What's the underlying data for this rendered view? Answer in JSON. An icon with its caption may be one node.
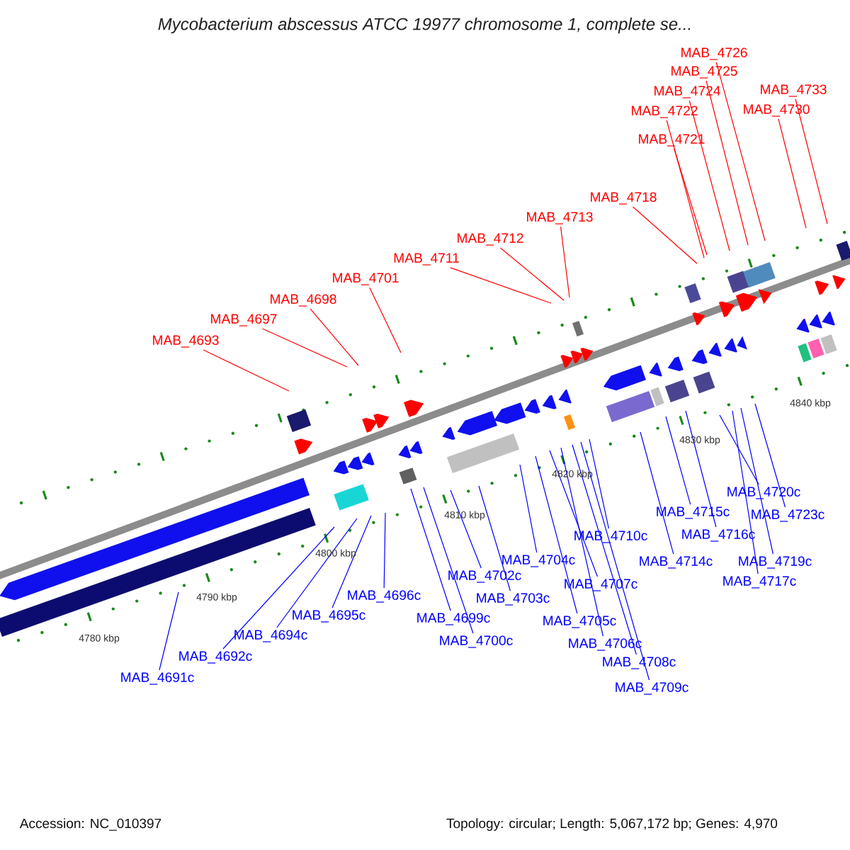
{
  "diagram": {
    "title": "Mycobacterium abscessus ATCC 19977 chromosome 1, complete se...",
    "nodes": [
      {
        "text": [
          "MAB_4693"
        ]
      },
      {
        "text": [
          "MAB_4697"
        ]
      },
      {
        "text": [
          "MAB_4698"
        ]
      },
      {
        "text": [
          "MAB_4701"
        ]
      },
      {
        "text": [
          "MAB_4711"
        ]
      },
      {
        "text": [
          "MAB_4712"
        ]
      },
      {
        "text": [
          "MAB_4713"
        ]
      },
      {
        "text": [
          "MAB_4718"
        ]
      },
      {
        "text": [
          "MAB_4721"
        ]
      },
      {
        "text": [
          "MAB_4722"
        ]
      },
      {
        "text": [
          "MAB_4724"
        ]
      },
      {
        "text": [
          "MAB_4725"
        ]
      },
      {
        "text": [
          "MAB_4726"
        ]
      },
      {
        "text": [
          "MAB_4730"
        ]
      },
      {
        "text": [
          "MAB_4733"
        ]
      },
      {
        "text": [
          "MAB_4691c"
        ]
      },
      {
        "text": [
          "MAB_4692c"
        ]
      },
      {
        "text": [
          "MAB_4694c"
        ]
      },
      {
        "text": [
          "MAB_4695c"
        ]
      },
      {
        "text": [
          "MAB_4696c"
        ]
      },
      {
        "text": [
          "MAB_4699c"
        ]
      },
      {
        "text": [
          "MAB_4700c"
        ]
      },
      {
        "text": [
          "MAB_4702c"
        ]
      },
      {
        "text": [
          "MAB_4703c"
        ]
      },
      {
        "text": [
          "MAB_4704c"
        ]
      },
      {
        "text": [
          "MAB_4705c"
        ]
      },
      {
        "text": [
          "MAB_4706c"
        ]
      },
      {
        "text": [
          "MAB_4707c"
        ]
      },
      {
        "text": [
          "MAB_4708c"
        ]
      },
      {
        "text": [
          "MAB_4709c"
        ]
      },
      {
        "text": [
          "MAB_4710c"
        ]
      },
      {
        "text": [
          "MAB_4714c"
        ]
      },
      {
        "text": [
          "MAB_4715c"
        ]
      },
      {
        "text": [
          "MAB_4716c"
        ]
      },
      {
        "text": [
          "MAB_4717c"
        ]
      },
      {
        "text": [
          "MAB_4719c"
        ]
      },
      {
        "text": [
          "MAB_4720c"
        ]
      },
      {
        "text": [
          "MAB_4723c"
        ]
      }
    ],
    "edges": [
      {
        "from": 0,
        "to": null,
        "arrow": "none",
        "color": "#ff0000"
      },
      {
        "from": 1,
        "to": null,
        "arrow": "none",
        "color": "#ff0000"
      },
      {
        "from": 2,
        "to": null,
        "arrow": "none",
        "color": "#ff0000"
      },
      {
        "from": 3,
        "to": null,
        "arrow": "none",
        "color": "#ff0000"
      },
      {
        "from": 4,
        "to": null,
        "arrow": "none",
        "color": "#ff0000"
      },
      {
        "from": 5,
        "to": null,
        "arrow": "none",
        "color": "#ff0000"
      },
      {
        "from": 6,
        "to": null,
        "arrow": "none",
        "color": "#ff0000"
      },
      {
        "from": 7,
        "to": null,
        "arrow": "none",
        "color": "#ff0000"
      },
      {
        "from": 8,
        "to": null,
        "arrow": "none",
        "color": "#ff0000"
      },
      {
        "from": 9,
        "to": null,
        "arrow": "none",
        "color": "#ff0000"
      },
      {
        "from": 10,
        "to": null,
        "arrow": "none",
        "color": "#ff0000"
      },
      {
        "from": 11,
        "to": null,
        "arrow": "none",
        "color": "#ff0000"
      },
      {
        "from": 12,
        "to": null,
        "arrow": "none",
        "color": "#ff0000"
      },
      {
        "from": 13,
        "to": null,
        "arrow": "none",
        "color": "#ff0000"
      },
      {
        "from": 14,
        "to": null,
        "arrow": "none",
        "color": "#ff0000"
      },
      {
        "from": 15,
        "to": null,
        "arrow": "none"
      },
      {
        "from": 16,
        "to": null,
        "arrow": "none"
      },
      {
        "from": 17,
        "to": null,
        "arrow": "none"
      },
      {
        "from": 18,
        "to": null,
        "arrow": "none"
      },
      {
        "from": 19,
        "to": null,
        "arrow": "none"
      },
      {
        "from": 20,
        "to": null,
        "arrow": "none"
      },
      {
        "from": 21,
        "to": null,
        "arrow": "none"
      },
      {
        "from": 22,
        "to": null,
        "arrow": "none"
      },
      {
        "from": 23,
        "to": null,
        "arrow": "none"
      },
      {
        "from": 24,
        "to": null,
        "arrow": "none"
      },
      {
        "from": 25,
        "to": null,
        "arrow": "none"
      },
      {
        "from": 26,
        "to": null,
        "arrow": "none"
      },
      {
        "from": 27,
        "to": null,
        "arrow": "none"
      },
      {
        "from": 28,
        "to": null,
        "arrow": "none"
      },
      {
        "from": 29,
        "to": null,
        "arrow": "none"
      },
      {
        "from": 30,
        "to": null,
        "arrow": "none"
      },
      {
        "from": 31,
        "to": null,
        "arrow": "none"
      },
      {
        "from": 32,
        "to": null,
        "arrow": "none"
      },
      {
        "from": 33,
        "to": null,
        "arrow": "none"
      },
      {
        "from": 34,
        "to": null,
        "arrow": "none"
      },
      {
        "from": 35,
        "to": null,
        "arrow": "none"
      },
      {
        "from": 36,
        "to": null,
        "arrow": "none"
      },
      {
        "from": 37,
        "to": null,
        "arrow": "none"
      }
    ],
    "labels": [
      "4780 kbp",
      "4790 kbp",
      "4800 kbp",
      "4810 kbp",
      "4820 kbp",
      "4830 kbp",
      "4840 kbp",
      "Accession: NC_010397",
      "Topology: circular; Length: 5,067,172 bp; Genes: 4,970"
    ]
  }
}
